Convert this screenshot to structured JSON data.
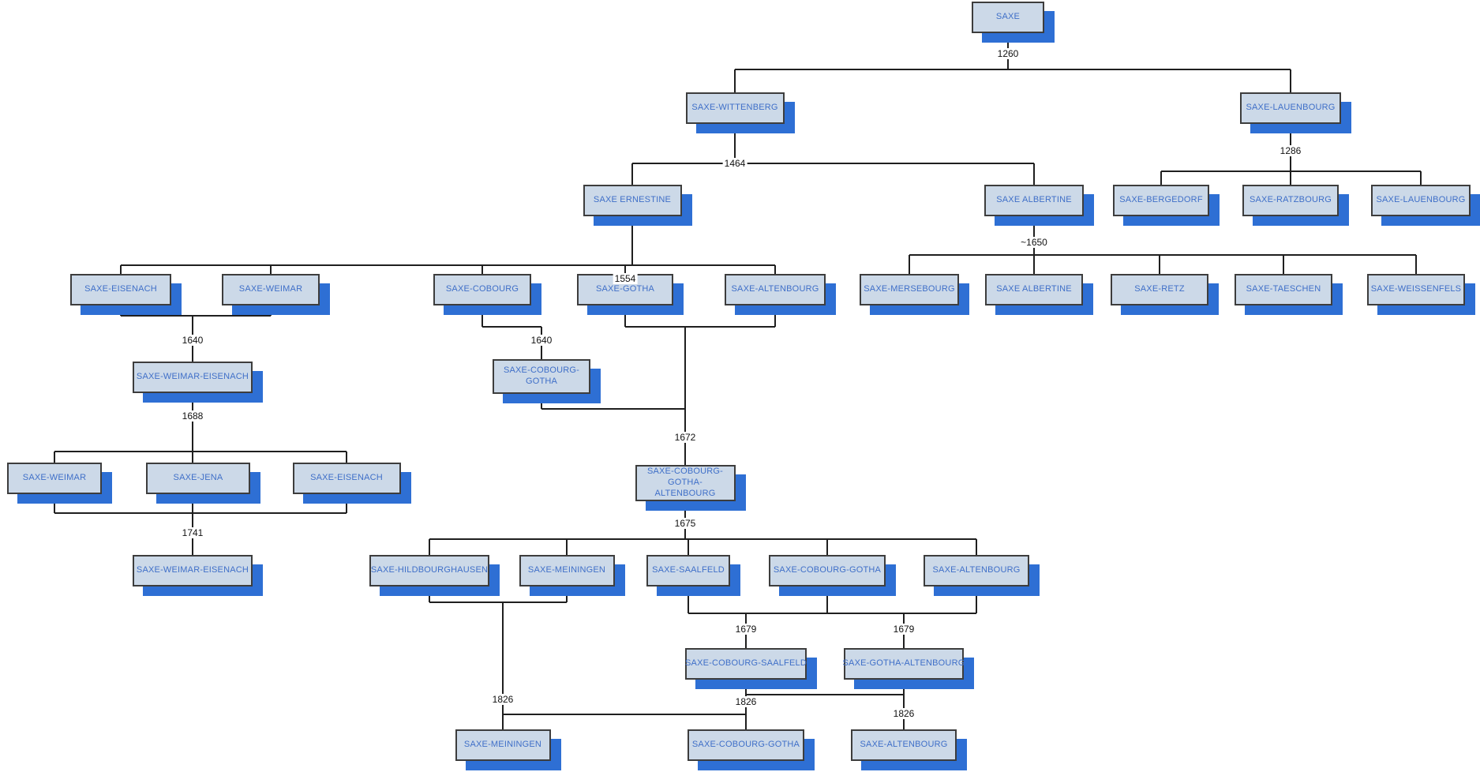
{
  "diagram_title": "House of Saxe partitions family tree",
  "colors": {
    "box_fill": "#ccd9e8",
    "box_border": "#3d3d3d",
    "box_text": "#3f6fc8",
    "shadow": "#2e6fd4",
    "line": "#1f1f1f",
    "date_text": "#111111"
  },
  "nodes": [
    {
      "id": "saxe",
      "label": "SAXE"
    },
    {
      "id": "wittenberg",
      "label": "SAXE-WITTENBERG"
    },
    {
      "id": "lauenbourg",
      "label": "SAXE-LAUENBOURG"
    },
    {
      "id": "ernestine",
      "label": "SAXE ERNESTINE"
    },
    {
      "id": "albertine",
      "label": "SAXE ALBERTINE"
    },
    {
      "id": "bergedorf",
      "label": "SAXE-BERGEDORF"
    },
    {
      "id": "ratzbourg",
      "label": "SAXE-RATZBOURG"
    },
    {
      "id": "lauenbourg2",
      "label": "SAXE-LAUENBOURG"
    },
    {
      "id": "eisenach",
      "label": "SAXE-EISENACH"
    },
    {
      "id": "weimar",
      "label": "SAXE-WEIMAR"
    },
    {
      "id": "cobourg",
      "label": "SAXE-COBOURG"
    },
    {
      "id": "gotha",
      "label": "SAXE-GOTHA"
    },
    {
      "id": "altenbourg",
      "label": "SAXE-ALTENBOURG"
    },
    {
      "id": "mersebourg",
      "label": "SAXE-MERSEBOURG"
    },
    {
      "id": "albertine2",
      "label": "SAXE ALBERTINE"
    },
    {
      "id": "retz",
      "label": "SAXE-RETZ"
    },
    {
      "id": "taeschen",
      "label": "SAXE-TAESCHEN"
    },
    {
      "id": "weissenfels",
      "label": "SAXE-WEISSENFELS"
    },
    {
      "id": "weimar_eisenach",
      "label": "SAXE-WEIMAR-EISENACH"
    },
    {
      "id": "cobourg_gotha",
      "label": "SAXE-COBOURG-GOTHA"
    },
    {
      "id": "weimar2",
      "label": "SAXE-WEIMAR"
    },
    {
      "id": "jena",
      "label": "SAXE-JENA"
    },
    {
      "id": "eisenach2",
      "label": "SAXE-EISENACH"
    },
    {
      "id": "cg_altenbourg",
      "label": "SAXE-COBOURG-GOTHA-ALTENBOURG"
    },
    {
      "id": "weimar_eisenach2",
      "label": "SAXE-WEIMAR-EISENACH"
    },
    {
      "id": "hildbourghausen",
      "label": "SAXE-HILDBOURGHAUSEN"
    },
    {
      "id": "meiningen",
      "label": "SAXE-MEININGEN"
    },
    {
      "id": "saalfeld",
      "label": "SAXE-SAALFELD"
    },
    {
      "id": "cobourg_gotha2",
      "label": "SAXE-COBOURG-GOTHA"
    },
    {
      "id": "altenbourg2",
      "label": "SAXE-ALTENBOURG"
    },
    {
      "id": "cobourg_saalfeld",
      "label": "SAXE-COBOURG-SAALFELD"
    },
    {
      "id": "gotha_altenbourg",
      "label": "SAXE-GOTHA-ALTENBOURG"
    },
    {
      "id": "meiningen2",
      "label": "SAXE-MEININGEN"
    },
    {
      "id": "cobourg_gotha3",
      "label": "SAXE-COBOURG-GOTHA"
    },
    {
      "id": "altenbourg3",
      "label": "SAXE-ALTENBOURG"
    }
  ],
  "edge_labels": [
    {
      "id": "d1260",
      "text": "1260"
    },
    {
      "id": "d1464",
      "text": "1464"
    },
    {
      "id": "d1286",
      "text": "1286"
    },
    {
      "id": "d1650",
      "text": "~1650"
    },
    {
      "id": "d1554",
      "text": "1554"
    },
    {
      "id": "d1640a",
      "text": "1640"
    },
    {
      "id": "d1640b",
      "text": "1640"
    },
    {
      "id": "d1688",
      "text": "1688"
    },
    {
      "id": "d1741",
      "text": "1741"
    },
    {
      "id": "d1672",
      "text": "1672"
    },
    {
      "id": "d1675",
      "text": "1675"
    },
    {
      "id": "d1679a",
      "text": "1679"
    },
    {
      "id": "d1679b",
      "text": "1679"
    },
    {
      "id": "d1826a",
      "text": "1826"
    },
    {
      "id": "d1826b",
      "text": "1826"
    },
    {
      "id": "d1826c",
      "text": "1826"
    }
  ]
}
